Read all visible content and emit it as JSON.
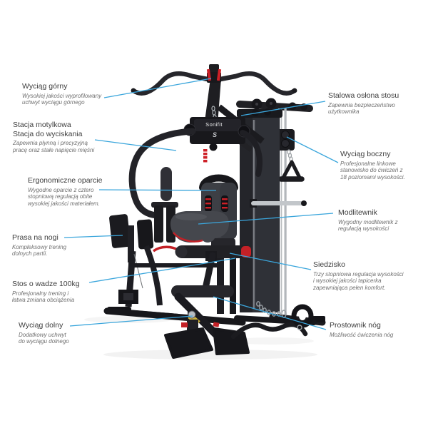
{
  "brand": {
    "logo_text": "Sonifit",
    "logo_mark": "S"
  },
  "callouts": {
    "left": [
      {
        "title": "Wyciąg górny",
        "description": "Wysokiej jakości wyprofilowany\nuchwyt wyciągu górnego"
      },
      {
        "title": "Stacja motylkowa\nStacja do wyciskania",
        "description": "Zapewnia płynną i precyzyjną\npracę oraz stałe napięcie mięśni"
      },
      {
        "title": "Ergonomiczne oparcie",
        "description": "Wygodne oparcie z cztero\nstopniową regulacją obite\nwysokiej jakości materiałem."
      },
      {
        "title": "Prasa na nogi",
        "description": "Kompleksowy trening\ndolnych partii."
      },
      {
        "title": "Stos o wadze 100kg",
        "description": "Profesjonalny trening i\nłatwa zmiana obciążenia"
      },
      {
        "title": "Wyciąg dolny",
        "description": "Dodatkowy uchwyt\ndo wyciągu dolnego"
      }
    ],
    "right": [
      {
        "title": "Stalowa osłona stosu",
        "description": "Zapewnia bezpieczeństwo\nużytkownika"
      },
      {
        "title": "Wyciąg boczny",
        "description": "Profesjonalne linkowe\nstanowisko do ćwiczeń z\n18 poziomami wysokości."
      },
      {
        "title": "Modlitewnik",
        "description": "Wygodny modlitewnik z\nregulacją wysokości"
      },
      {
        "title": "Siedzisko",
        "description": "Trzy stopniowa regulacja wysokości\ni wysokiej jakości tapicerka\nzapewniająca pełen komfort."
      },
      {
        "title": "Prostownik nóg",
        "description": "Możliwość ćwiczenia nóg"
      }
    ]
  },
  "colors": {
    "callout_line": "#3BA6DC",
    "title_text": "#3D3D3D",
    "description_text": "#707070",
    "accent_red": "#CE2027",
    "frame_black": "#1C1C20",
    "chrome": "#C6CACD"
  }
}
